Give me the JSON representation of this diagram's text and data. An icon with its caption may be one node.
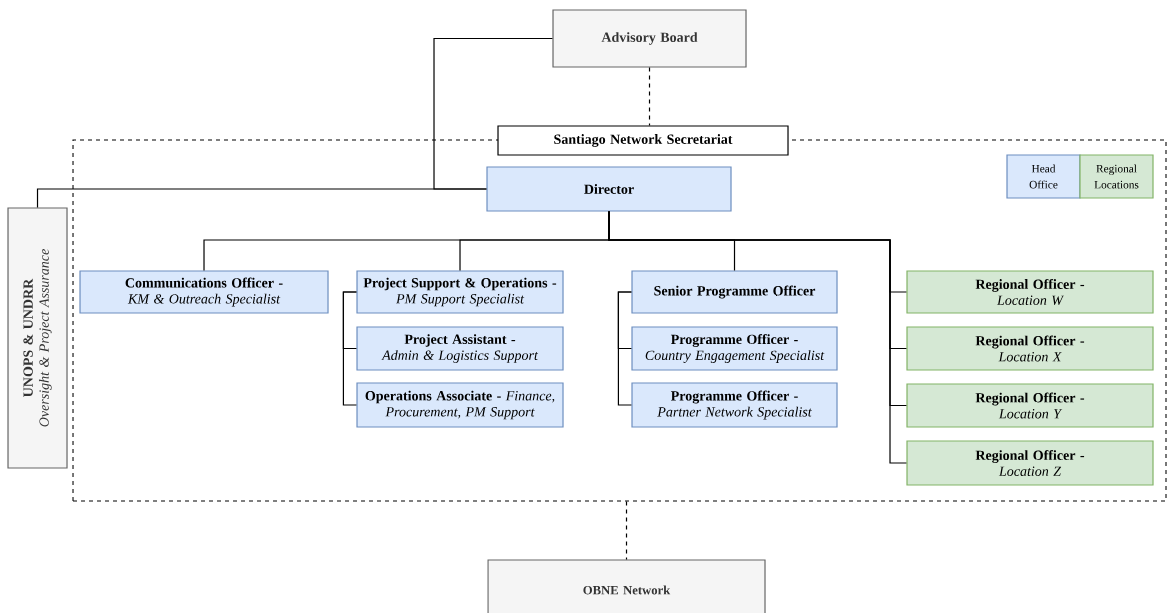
{
  "diagram": {
    "nodes": [
      {
        "text": [
          "Advisory Board"
        ]
      },
      {
        "text": [
          "Santiago Network Secretariat"
        ]
      },
      {
        "text": [
          "Director"
        ],
        "in": 1
      },
      {
        "text": [
          "UNOPS & UNDRR",
          "Oversight & Project Assurance"
        ]
      },
      {
        "text": [
          "Communications Officer -",
          "KM & Outreach Specialist"
        ],
        "in": 1
      },
      {
        "text": [
          "Project Support & Operations -",
          "PM Support Specialist"
        ],
        "in": 1
      },
      {
        "text": [
          "Project Assistant -",
          "Admin & Logistics Support"
        ],
        "in": 1
      },
      {
        "text": [
          "Operations Associate -",
          "Finance, Procurement, PM Support"
        ],
        "in": 1
      },
      {
        "text": [
          "Senior Programme Officer"
        ],
        "in": 1
      },
      {
        "text": [
          "Programme Officer -",
          "Country Engagement Specialist"
        ],
        "in": 1
      },
      {
        "text": [
          "Programme Officer -",
          "Partner Network Specialist"
        ],
        "in": 1
      },
      {
        "text": [
          "Regional Officer -",
          "Location W"
        ],
        "in": 1
      },
      {
        "text": [
          "Regional Officer -",
          "Location X"
        ],
        "in": 1
      },
      {
        "text": [
          "Regional Officer -",
          "Location Y"
        ],
        "in": 1
      },
      {
        "text": [
          "Regional Officer -",
          "Location Z"
        ],
        "in": 1
      },
      {
        "text": [
          "OBNE Network"
        ]
      }
    ],
    "edges": [
      {
        "from": 0,
        "to": 2,
        "arrow": "none"
      },
      {
        "from": 3,
        "to": 2,
        "arrow": "none"
      },
      {
        "from": 0,
        "to": 1,
        "arrow": "none",
        "style": "dashed"
      },
      {
        "from": 1,
        "to": 15,
        "arrow": "none",
        "style": "dashed"
      },
      {
        "from": 2,
        "to": 4,
        "arrow": "none"
      },
      {
        "from": 2,
        "to": 5,
        "arrow": "none"
      },
      {
        "from": 2,
        "to": 8,
        "arrow": "none"
      },
      {
        "from": 5,
        "to": 6,
        "arrow": "none"
      },
      {
        "from": 5,
        "to": 7,
        "arrow": "none"
      },
      {
        "from": 8,
        "to": 9,
        "arrow": "none"
      },
      {
        "from": 8,
        "to": 10,
        "arrow": "none"
      },
      {
        "from": 2,
        "to": 11,
        "arrow": "none"
      },
      {
        "from": 2,
        "to": 12,
        "arrow": "none"
      },
      {
        "from": 2,
        "to": 13,
        "arrow": "none"
      },
      {
        "from": 2,
        "to": 14,
        "arrow": "none"
      }
    ],
    "legend": [
      {
        "text": "Head Office",
        "color": "#dae8fc"
      },
      {
        "text": "Regional Locations",
        "color": "#d5e8d4"
      }
    ]
  }
}
